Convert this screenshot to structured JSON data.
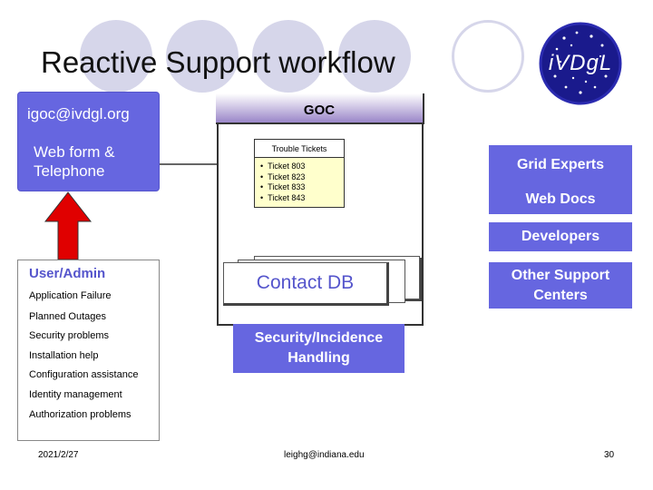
{
  "slide": {
    "title": "Reactive Support workflow",
    "logo_text": "iVDgL"
  },
  "intake": {
    "email": "igoc@ivdgl.org",
    "channels": "Web form & Telephone"
  },
  "goc": {
    "label": "GOC",
    "trouble_tickets": {
      "header": "Trouble Tickets",
      "items": [
        "Ticket 803",
        "Ticket 823",
        "Ticket 833",
        "Ticket 843"
      ]
    },
    "contact_db": "Contact DB",
    "security": "Security/Incidence Handling"
  },
  "resources": {
    "grid_experts": "Grid Experts",
    "web_docs": "Web Docs",
    "developers": "Developers",
    "other_centers": "Other Support Centers"
  },
  "user": {
    "title": "User/Admin",
    "problems": [
      "Application Failure",
      "Planned Outages",
      "Security problems",
      "Installation help",
      "Configuration assistance",
      "Identity management",
      "Authorization problems"
    ]
  },
  "footer": {
    "date": "2021/2/27",
    "email": "leighg@indiana.edu",
    "page": "30"
  },
  "colors": {
    "accent": "#6666e0",
    "arrow": "#e00000",
    "circle": "#d6d6ea",
    "ticket_bg": "#ffffcc"
  }
}
